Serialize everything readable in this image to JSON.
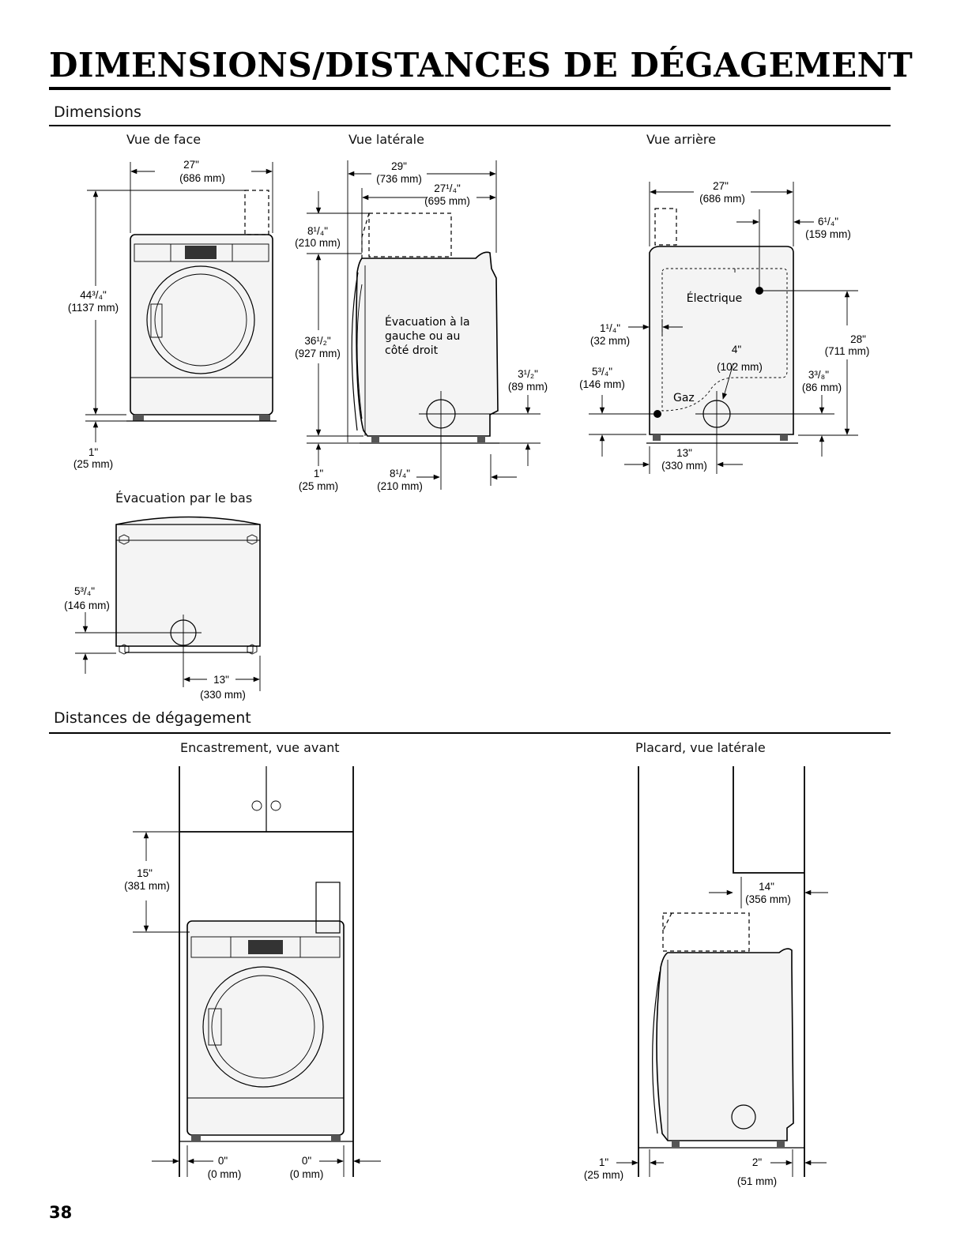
{
  "title": "DIMENSIONS/DISTANCES DE DÉGAGEMENT",
  "page_number": "38",
  "dimensions": {
    "heading": "Dimensions",
    "front": {
      "label": "Vue de face",
      "width": "27\"",
      "width_mm": "(686 mm)",
      "height": "44³/₄\"",
      "height_mm": "(1137 mm)",
      "foot": "1\"",
      "foot_mm": "(25 mm)"
    },
    "side": {
      "label": "Vue latérale",
      "depth": "29\"",
      "depth_mm": "(736 mm)",
      "depth2": "27¹/₄\"",
      "depth2_mm": "(695 mm)",
      "top": "8¹/₄\"",
      "top_mm": "(210 mm)",
      "height": "36¹/₂\"",
      "height_mm": "(927 mm)",
      "note": [
        "Évacuation à la",
        "gauche ou au",
        "côté droit"
      ],
      "vent_height": "3¹/₂\"",
      "vent_height_mm": "(89 mm)",
      "foot": "1\"",
      "foot_mm": "(25 mm)",
      "vent_offset": "8¹/₄\"",
      "vent_offset_mm": "(210 mm)"
    },
    "rear": {
      "label": "Vue arrière",
      "width": "27\"",
      "width_mm": "(686 mm)",
      "elec_offset": "6¹/₄\"",
      "elec_offset_mm": "(159 mm)",
      "electric": "Électrique",
      "gas_side": "1¹/₄\"",
      "gas_side_mm": "(32 mm)",
      "gas_height": "5³/₄\"",
      "gas_height_mm": "(146 mm)",
      "vent_dia": "4\"",
      "vent_dia_mm": "(102 mm)",
      "gas": "Gaz",
      "elec_height": "28\"",
      "elec_height_mm": "(711 mm)",
      "vent_height": "3³/₈\"",
      "vent_height_mm": "(86 mm)",
      "vent_offset": "13\"",
      "vent_offset_mm": "(330 mm)"
    },
    "bottom": {
      "label": "Évacuation par le bas",
      "depth": "5³/₄\"",
      "depth_mm": "(146 mm)",
      "offset": "13\"",
      "offset_mm": "(330 mm)"
    }
  },
  "clearances": {
    "heading": "Distances de dégagement",
    "recessed": {
      "label": "Encastrement, vue avant",
      "top": "15\"",
      "top_mm": "(381 mm)",
      "left": "0\"",
      "left_mm": "(0 mm)",
      "right": "0\"",
      "right_mm": "(0 mm)"
    },
    "closet": {
      "label": "Placard, vue latérale",
      "front": "14\"",
      "front_mm": "(356 mm)",
      "back": "1\"",
      "back_mm": "(25 mm)",
      "door": "2\"",
      "door_mm": "(51 mm)"
    }
  }
}
